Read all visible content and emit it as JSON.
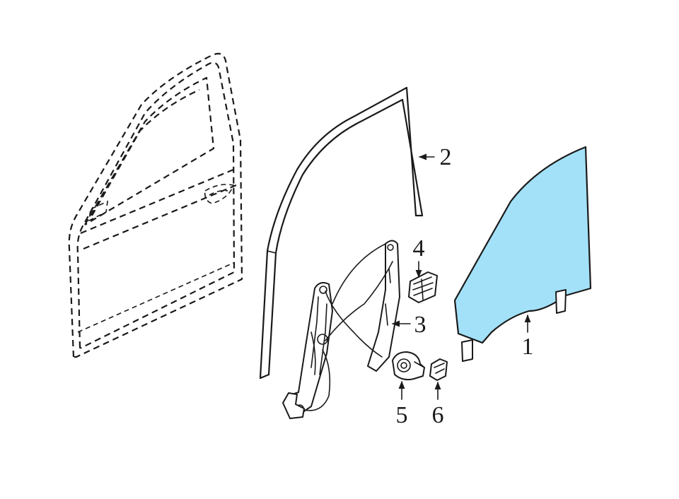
{
  "callouts": {
    "glass": "1",
    "run_channel": "2",
    "regulator": "3",
    "bracket": "4",
    "motor": "5",
    "clip": "6"
  },
  "colors": {
    "glass_fill": "#a3e1f8",
    "line": "#1a1a1a"
  }
}
